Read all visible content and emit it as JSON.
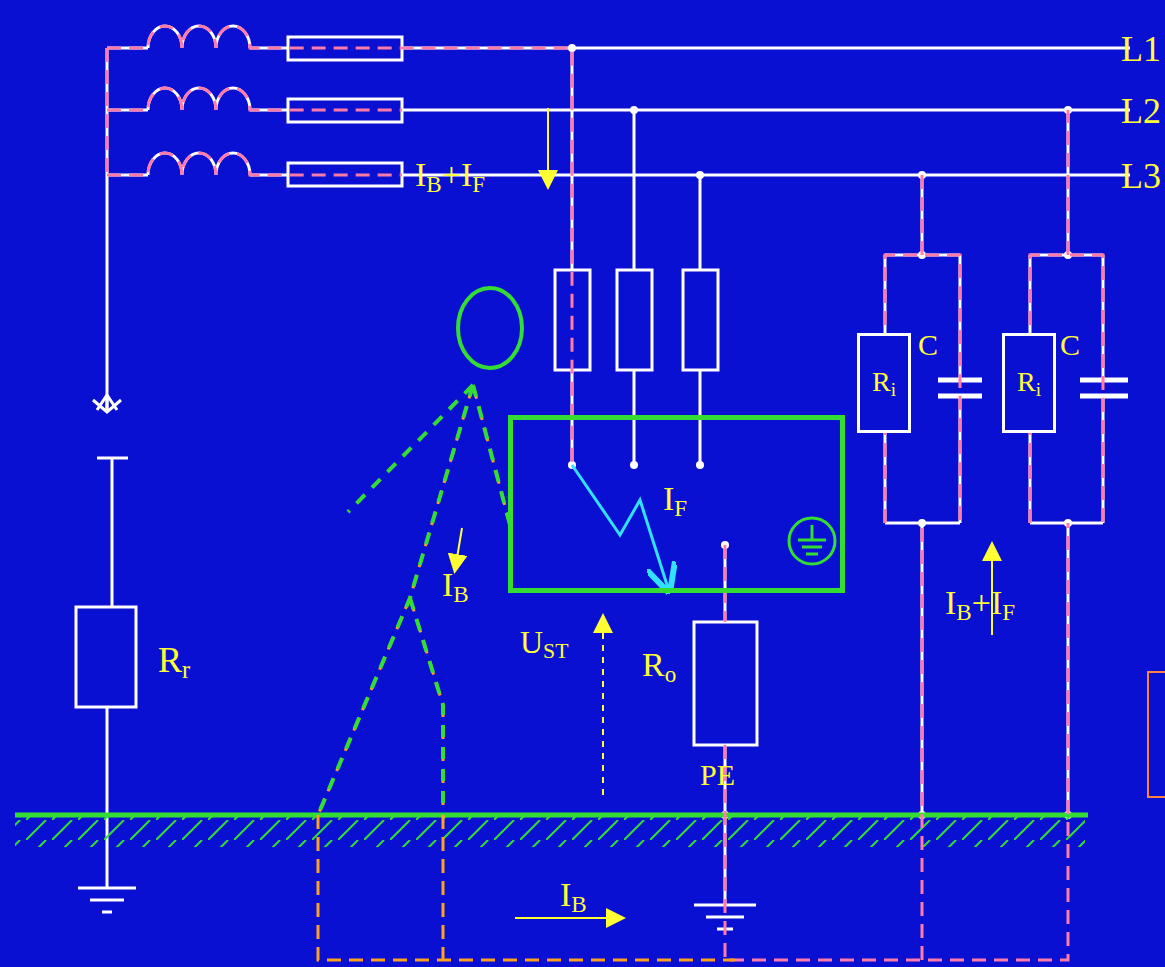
{
  "diagram": {
    "nodes": [
      {
        "text": [
          "IF"
        ]
      },
      {
        "text": [
          "Ri"
        ]
      },
      {
        "text": [
          "Ri"
        ]
      }
    ],
    "labels": [
      "L1",
      "L2",
      "L3",
      "IB+IF",
      "C",
      "C",
      "IB",
      "UST",
      "Ro",
      "PE",
      "Rr",
      "IB+IF",
      "IB"
    ]
  }
}
